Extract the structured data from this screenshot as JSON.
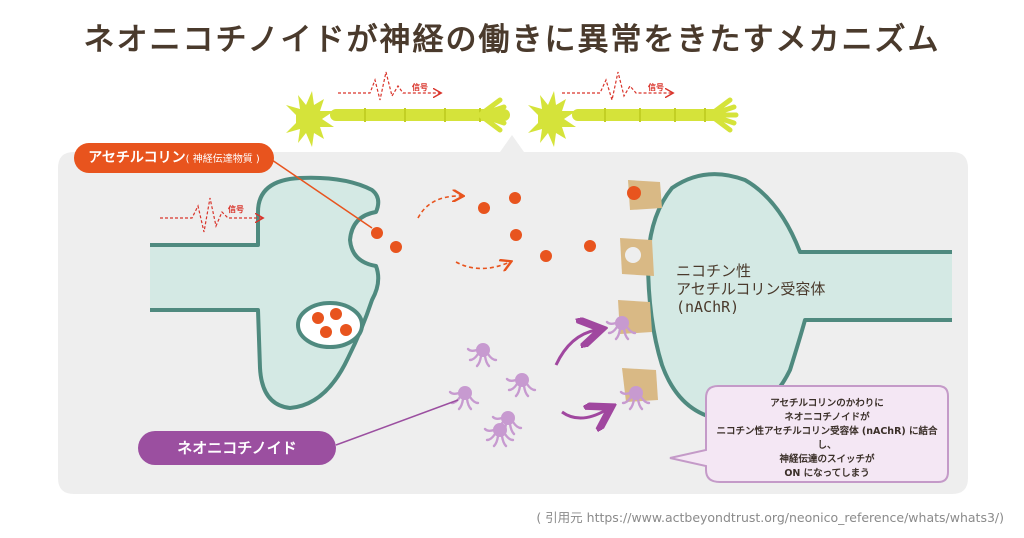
{
  "title": "ネオニコチノイドが神経の働きに異常をきたすメカニズム",
  "labels": {
    "acetylcholine": "アセチルコリン",
    "acetylcholine_sub": "( 神経伝達物質 )",
    "neonicotinoid": "ネオニコチノイド",
    "receptor": [
      "ニコチン性",
      "アセチルコリン受容体",
      "(nAChR)"
    ],
    "signal": "信号"
  },
  "note": [
    "アセチルコリンのかわりに",
    "ネオニコチノイドが",
    "ニコチン性アセチルコリン受容体 (nAChR) に結合し、",
    "神経伝達のスイッチが",
    "ON になってしまう"
  ],
  "source": "( 引用元 https://www.actbeyondtrust.org/neonico_reference/whats/whats3/)",
  "colors": {
    "title": "#4a3a2c",
    "panel": "#eeeeee",
    "cell_fill": "#d4e9e4",
    "cell_stroke": "#4f8a7f",
    "acetylcholine": "#e8541e",
    "neonicotinoid": "#b98bc4",
    "neonicotinoid_label": "#9b4fa0",
    "receptor_site": "#d9b985",
    "neuron": "#d5e33a",
    "signal": "#d9342b",
    "note_bg": "#f4e7f4",
    "note_border": "#c49ac8"
  }
}
